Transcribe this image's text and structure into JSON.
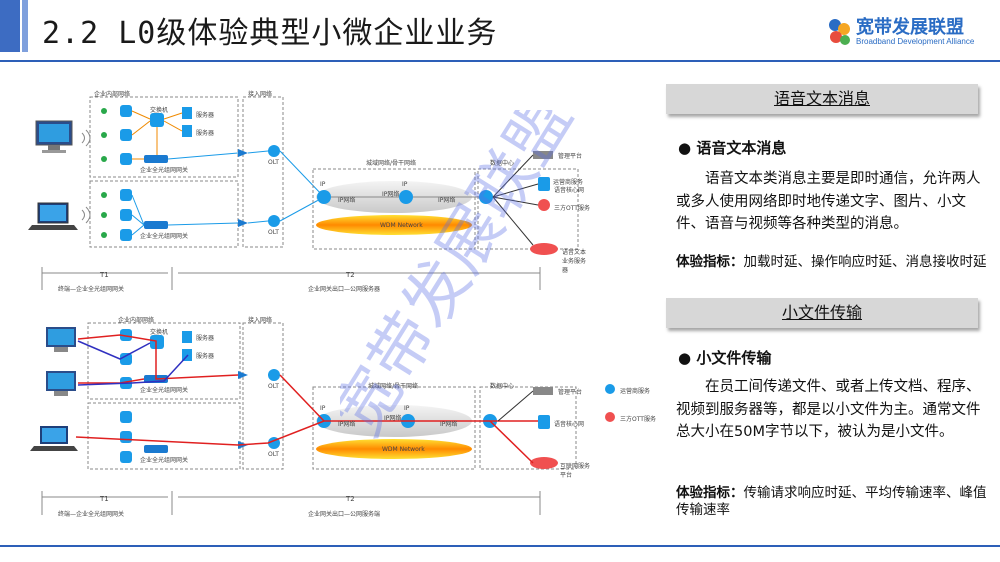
{
  "title": "2.2 L0级体验典型小微企业业务",
  "logo": {
    "name": "宽带发展联盟",
    "subtitle": "Broadband Development Alliance"
  },
  "watermark": "宽带发展联盟",
  "diagram": {
    "top": {
      "enterprise_net": "企业内部网络",
      "access_net": "接入网络",
      "metro_net": "城域网络/骨干网络",
      "data_center": "数据中心",
      "switch": "交换机",
      "server1": "服务器",
      "server2": "服务器",
      "gateway1": "企业全光组网网关",
      "gateway2": "企业全光组网网关",
      "olt1": "OLT",
      "olt2": "OLT",
      "ip1": "IP",
      "ip2": "IP",
      "ipnet1": "IP网络",
      "ipnet2": "IP网络",
      "ipnet3": "IP网络",
      "wdm": "WDM Network",
      "mgmt": "管理平台",
      "op_service": "运营商服务",
      "voice_core": "语音核心网",
      "ott": "三方OTT服务",
      "text_server": "语音文本业务服务器",
      "t1": "T1",
      "t2": "T2",
      "t1_desc": "终端—企业全光组网网关",
      "t2_desc": "企业网关出口—公网服务器"
    },
    "bottom": {
      "enterprise_net": "企业内部网络",
      "access_net": "接入网络",
      "metro_net": "城域网络/骨干网络",
      "data_center": "数据中心",
      "switch": "交换机",
      "server1": "服务器",
      "server2": "服务器",
      "gateway1": "企业全光组网网关",
      "gateway2": "企业全光组网网关",
      "olt1": "OLT",
      "olt2": "OLT",
      "ip1": "IP",
      "ip2": "IP",
      "ipnet1": "IP网络",
      "ipnet2": "IP网络",
      "ipnet3": "IP网络",
      "wdm": "WDM Network",
      "mgmt": "管理平台",
      "voice_core": "语音核心网",
      "internet_server": "互联网服务平台",
      "legend_op": "运营商服务",
      "legend_ott": "三方OTT服务",
      "t1": "T1",
      "t2": "T2",
      "t1_desc": "终端—企业全光组网网关",
      "t2_desc": "企业网关出口—公网服务端"
    }
  },
  "sections": [
    {
      "header": "语音文本消息",
      "bullet": "语音文本消息",
      "body": "语音文本类消息主要是即时通信，允许两人或多人使用网络即时地传递文字、图片、小文件、语音与视频等各种类型的消息。",
      "metric_label": "体验指标：",
      "metric_value": "加载时延、操作响应时延、消息接收时延"
    },
    {
      "header": "小文件传输",
      "bullet": "小文件传输",
      "body": "在员工间传递文件、或者上传文档、程序、视频到服务器等，都是以小文件为主。通常文件总大小在50M字节以下，被认为是小文件。",
      "metric_label": "体验指标：",
      "metric_value": "传输请求响应时延、平均传输速率、峰值传输速率"
    }
  ],
  "colors": {
    "accent": "#3d6cc2",
    "rule": "#2d5fb8",
    "op": "#1a9be8",
    "ott": "#f05050",
    "path_red": "#e02020",
    "path_blue": "#3030c0"
  }
}
